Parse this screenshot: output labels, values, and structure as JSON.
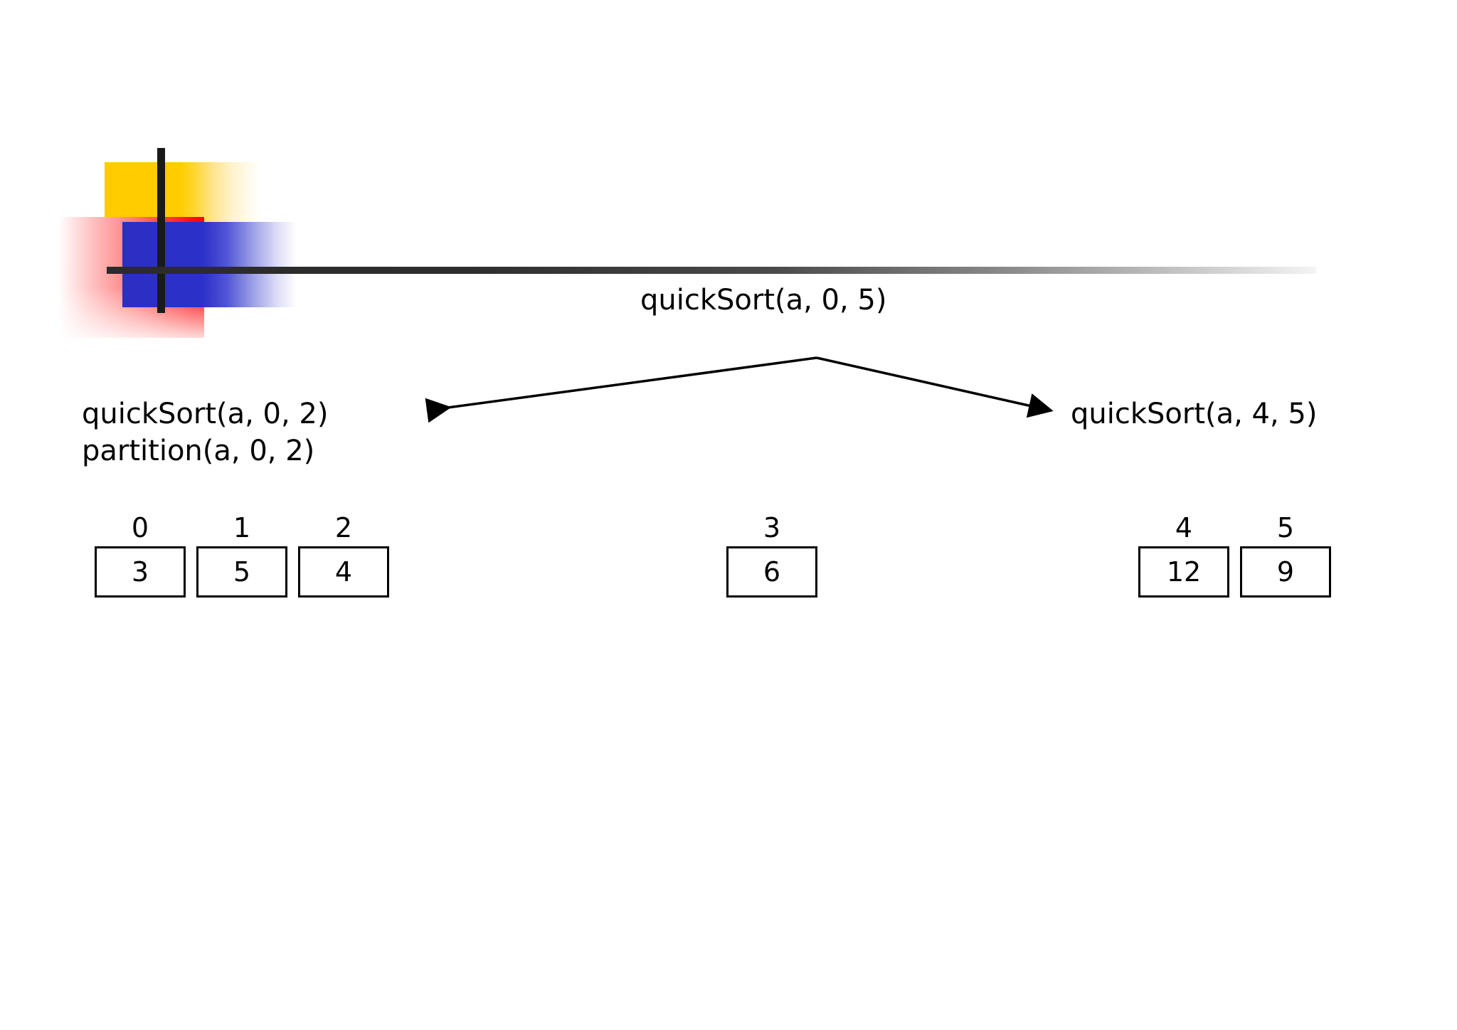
{
  "slide": {
    "logo": {
      "name": "powerpoint-design-logo",
      "colors": {
        "yellow": "#FFCC00",
        "red": "#FF0000",
        "blue": "#2B2FC4",
        "bar": "#1A1A1A"
      }
    },
    "title": "quickSort(a, 0, 5)",
    "left_branch": {
      "lines": [
        "quickSort(a, 0, 2)",
        "partition(a, 0, 2)"
      ]
    },
    "right_branch": {
      "label": "quickSort(a, 4, 5)"
    },
    "arrows": [
      {
        "name": "arrow-to-left-branch",
        "direction": "down-left"
      },
      {
        "name": "arrow-to-right-branch",
        "direction": "down-right"
      }
    ],
    "array": {
      "left_partition": {
        "indices": [
          "0",
          "1",
          "2"
        ],
        "values": [
          "3",
          "5",
          "4"
        ]
      },
      "pivot": {
        "indices": [
          "3"
        ],
        "values": [
          "6"
        ]
      },
      "right_partition": {
        "indices": [
          "4",
          "5"
        ],
        "values": [
          "12",
          "9"
        ]
      }
    }
  }
}
